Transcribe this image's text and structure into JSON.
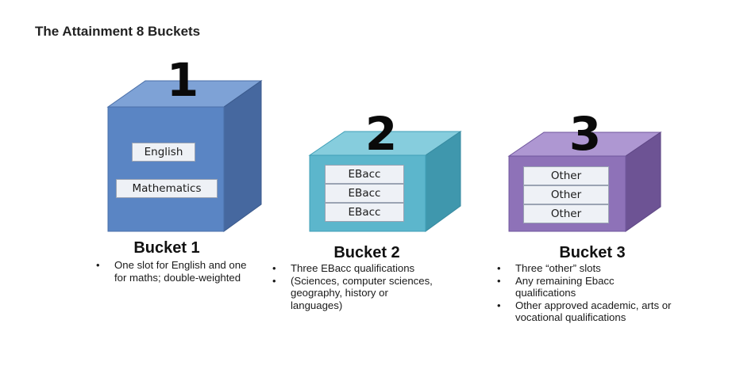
{
  "title": "The Attainment 8 Buckets",
  "colors": {
    "bucket1": "#5a85c4",
    "bucket2": "#5cb6cc",
    "bucket3": "#8e72b8",
    "slot_fill": "#eef1f6"
  },
  "buckets": [
    {
      "number": "1",
      "heading": "Bucket 1",
      "slots": [
        "English",
        "Mathematics"
      ],
      "bullets": [
        "One slot for English and one for maths; double-weighted"
      ]
    },
    {
      "number": "2",
      "heading": "Bucket 2",
      "slots": [
        "EBacc",
        "EBacc",
        "EBacc"
      ],
      "bullets": [
        "Three EBacc qualifications",
        "(Sciences, computer sciences, geography, history or languages)"
      ]
    },
    {
      "number": "3",
      "heading": "Bucket 3",
      "slots": [
        "Other",
        "Other",
        "Other"
      ],
      "bullets": [
        "Three “other” slots",
        "Any remaining Ebacc qualifications",
        "Other approved academic, arts or vocational qualifications"
      ]
    }
  ]
}
